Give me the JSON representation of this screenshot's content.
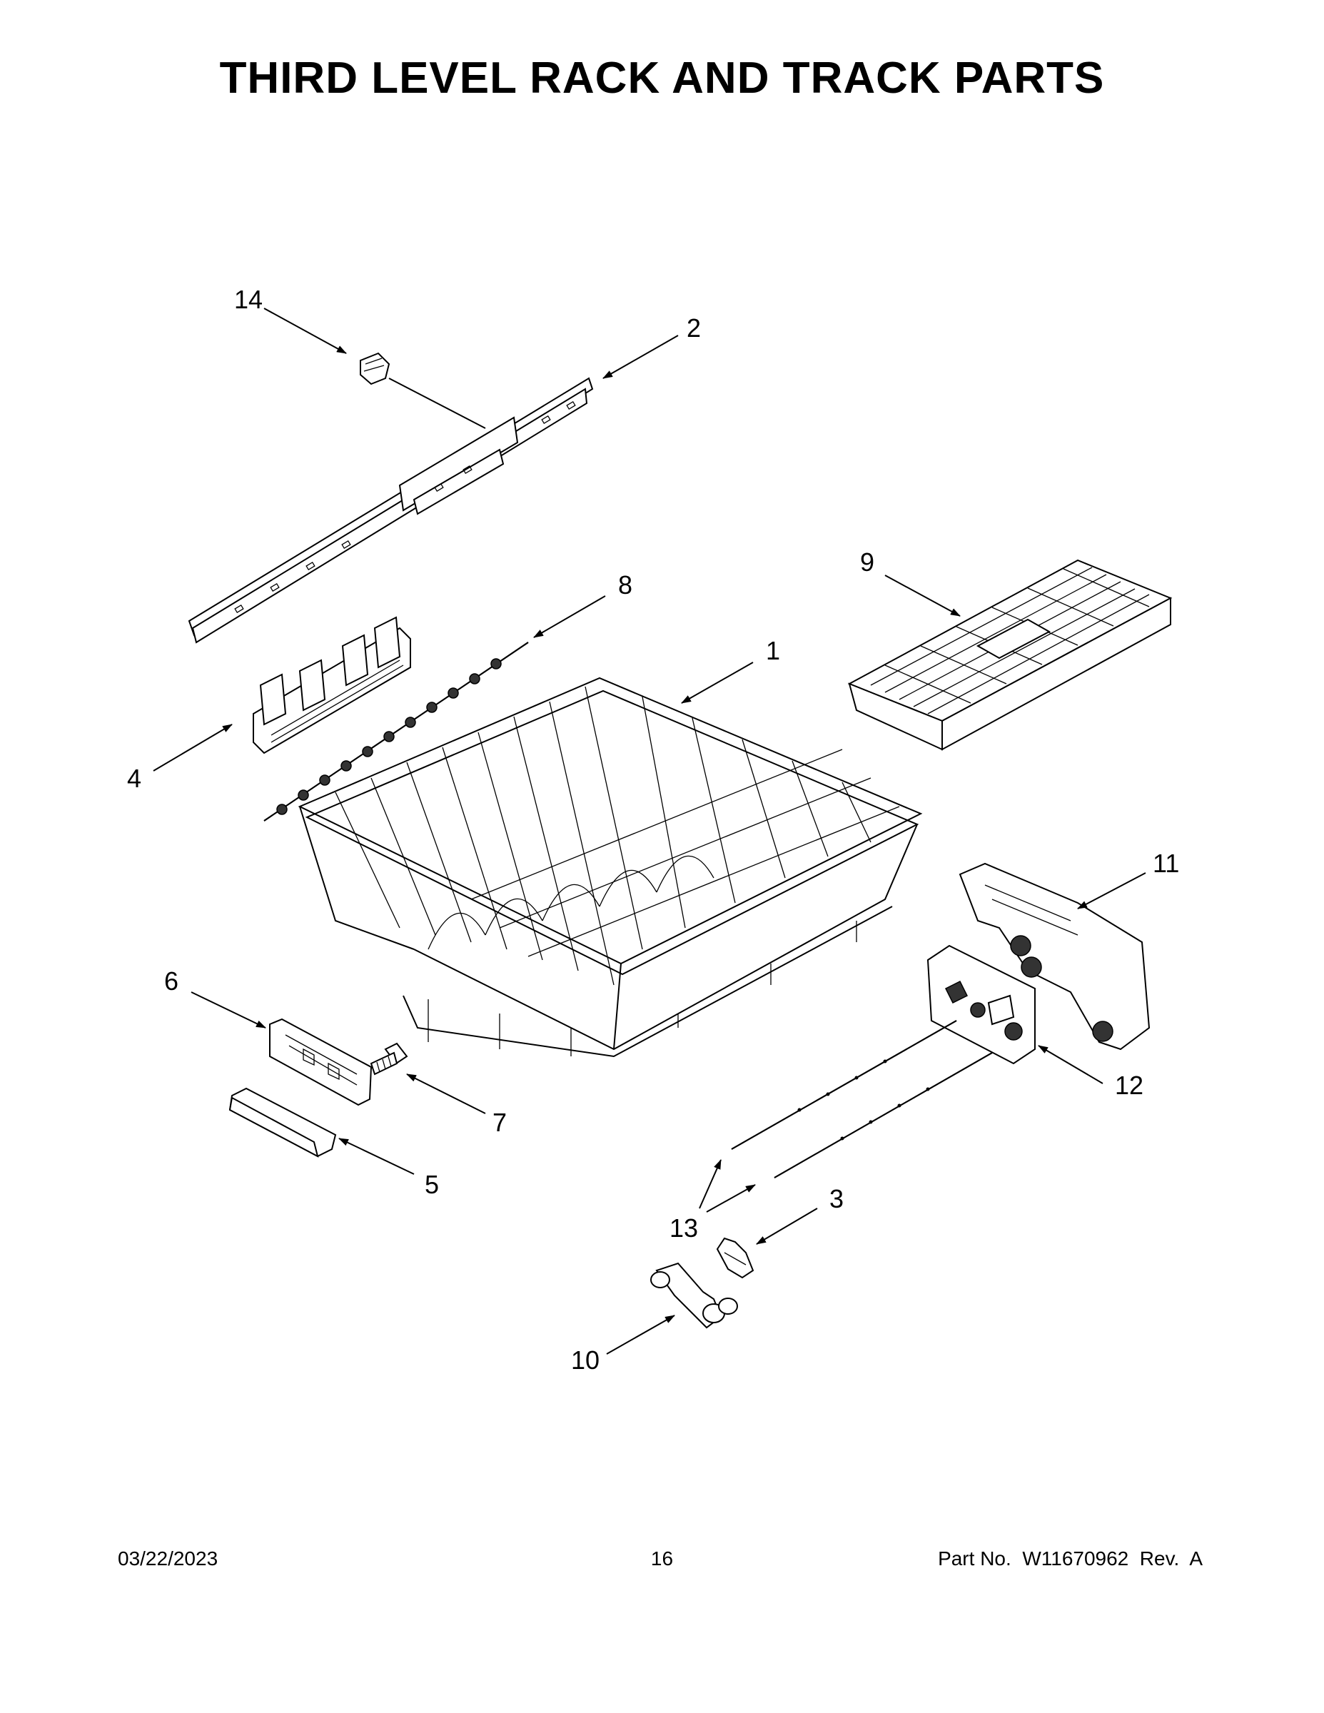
{
  "page": {
    "title": "THIRD LEVEL RACK AND TRACK PARTS",
    "footer": {
      "date": "03/22/2023",
      "page_number": "16",
      "part_info": "Part No.  W11670962  Rev.  A"
    }
  },
  "callouts": [
    {
      "id": "c14",
      "label": "14"
    },
    {
      "id": "c2",
      "label": "2"
    },
    {
      "id": "c8",
      "label": "8"
    },
    {
      "id": "c9",
      "label": "9"
    },
    {
      "id": "c1",
      "label": "1"
    },
    {
      "id": "c4",
      "label": "4"
    },
    {
      "id": "c11",
      "label": "11"
    },
    {
      "id": "c6",
      "label": "6"
    },
    {
      "id": "c12",
      "label": "12"
    },
    {
      "id": "c7",
      "label": "7"
    },
    {
      "id": "c5",
      "label": "5"
    },
    {
      "id": "c3",
      "label": "3"
    },
    {
      "id": "c13",
      "label": "13"
    },
    {
      "id": "c10",
      "label": "10"
    }
  ]
}
